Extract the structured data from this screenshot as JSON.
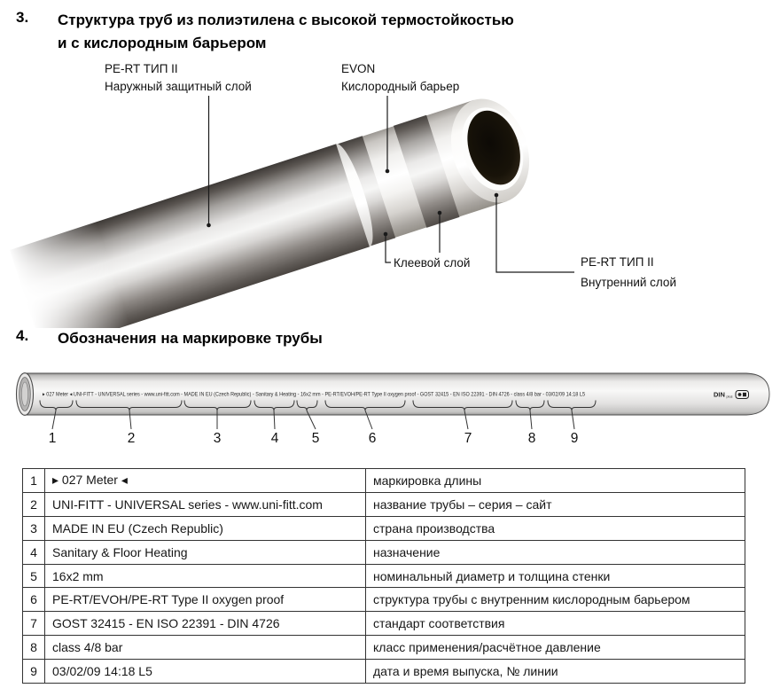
{
  "document": {
    "section3": {
      "number": "3.",
      "title_line1": "Структура труб из полиэтилена с высокой термостойкостью",
      "title_line2": "и с кислородным барьером",
      "labels": {
        "outer_layer": {
          "name": "PE-RT ТИП II",
          "desc": "Наружный защитный слой"
        },
        "oxygen_barrier": {
          "name": "EVON",
          "desc": "Кислородный барьер"
        },
        "adhesive_layer": {
          "name": "Клеевой слой"
        },
        "inner_layer": {
          "name": "PE-RT ТИП II",
          "desc": "Внутренний слой"
        }
      }
    },
    "section4": {
      "number": "4.",
      "title": "Обозначения на маркировке трубы",
      "pipe_marking": "▸ 027 Meter ◂   UNI-FITT - UNIVERSAL series - www.uni-fitt.com - MADE IN EU (Czech Republic) - Sanitary & Heating - 16x2 mm - PE-RT/EVOH/PE-RT Type II oxygen proof - GOST 32415 - EN ISO 22391 - DIN 4726 - class 4/8 bar - 03/02/09 14:18 L5",
      "logos": {
        "din": "DIN",
        "din_sub": "plus"
      },
      "pointer_numbers": [
        "1",
        "2",
        "3",
        "4",
        "5",
        "6",
        "7",
        "8",
        "9"
      ]
    },
    "legend_table": {
      "rows": [
        {
          "num": "1",
          "marking": "▸ 027 Meter ◂",
          "meaning": "маркировка длины"
        },
        {
          "num": "2",
          "marking": "UNI-FITT - UNIVERSAL series - www.uni-fitt.com",
          "meaning": "название трубы – серия – сайт"
        },
        {
          "num": "3",
          "marking": "MADE IN EU (Czech Republic)",
          "meaning": "страна производства"
        },
        {
          "num": "4",
          "marking": "Sanitary & Floor Heating",
          "meaning": "назначение"
        },
        {
          "num": "5",
          "marking": "16x2 mm",
          "meaning": "номинальный диаметр и толщина стенки"
        },
        {
          "num": "6",
          "marking": "PE-RT/EVOH/PE-RT Type II oxygen proof",
          "meaning": "структура трубы с внутренним кислородным барьером"
        },
        {
          "num": "7",
          "marking": "GOST 32415 - EN ISO 22391 - DIN 4726",
          "meaning": "стандарт соответствия"
        },
        {
          "num": "8",
          "marking": "class 4/8 bar",
          "meaning": "класс применения/расчётное давление"
        },
        {
          "num": "9",
          "marking": "03/02/09 14:18 L5",
          "meaning": "дата и время выпуска, № линии"
        }
      ]
    },
    "colors": {
      "text": "#1a1a1a",
      "table_border": "#333333",
      "pipe_dark": "#45403c",
      "pipe_highlight": "#f6f6f5"
    }
  }
}
